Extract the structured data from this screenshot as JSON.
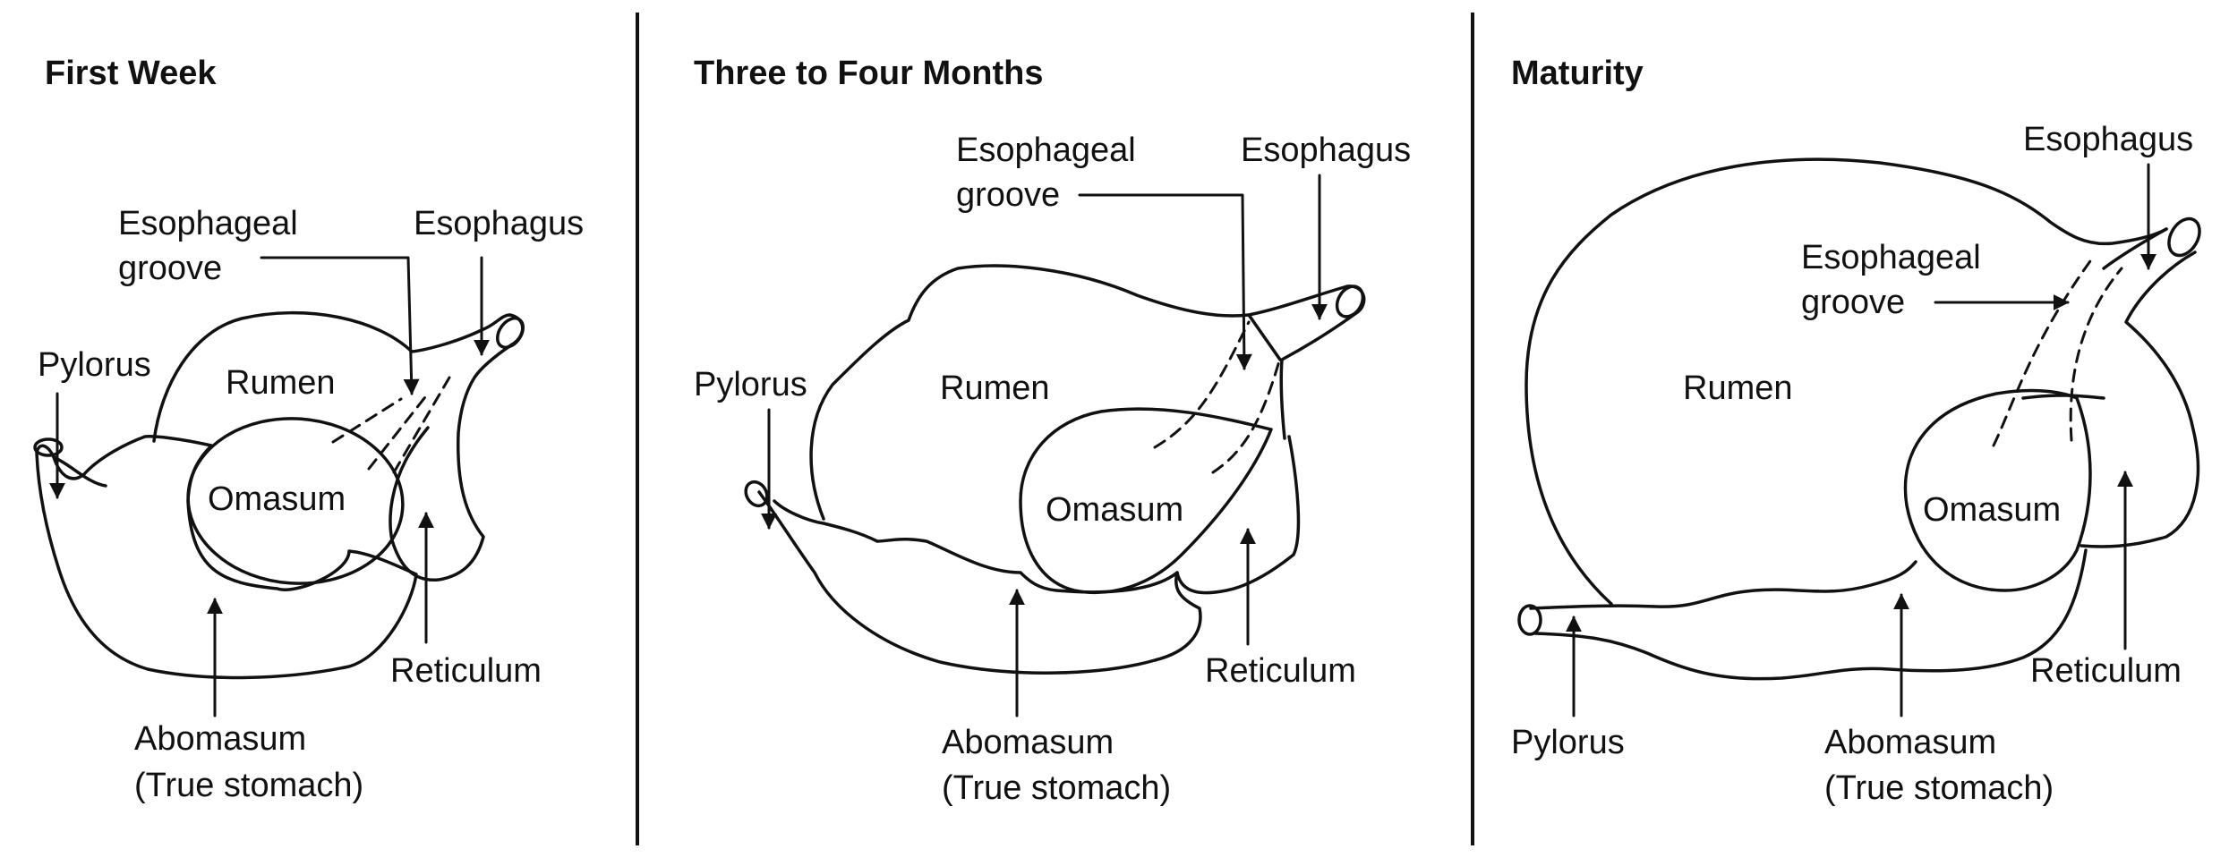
{
  "panels": [
    {
      "title": "First Week",
      "labels": {
        "esophageal_groove_1": "Esophageal",
        "esophageal_groove_2": "groove",
        "esophagus": "Esophagus",
        "pylorus": "Pylorus",
        "rumen": "Rumen",
        "omasum": "Omasum",
        "reticulum": "Reticulum",
        "abomasum_1": "Abomasum",
        "abomasum_2": "(True stomach)"
      }
    },
    {
      "title": "Three to Four Months",
      "labels": {
        "esophageal_groove_1": "Esophageal",
        "esophageal_groove_2": "groove",
        "esophagus": "Esophagus",
        "pylorus": "Pylorus",
        "rumen": "Rumen",
        "omasum": "Omasum",
        "reticulum": "Reticulum",
        "abomasum_1": "Abomasum",
        "abomasum_2": "(True stomach)"
      }
    },
    {
      "title": "Maturity",
      "labels": {
        "esophagus": "Esophagus",
        "esophageal_groove_1": "Esophageal",
        "esophageal_groove_2": "groove",
        "rumen": "Rumen",
        "omasum": "Omasum",
        "pylorus": "Pylorus",
        "abomasum_1": "Abomasum",
        "abomasum_2": "(True stomach)",
        "reticulum": "Reticulum"
      }
    }
  ],
  "colors": {
    "ink": "#111111",
    "background": "#ffffff"
  }
}
